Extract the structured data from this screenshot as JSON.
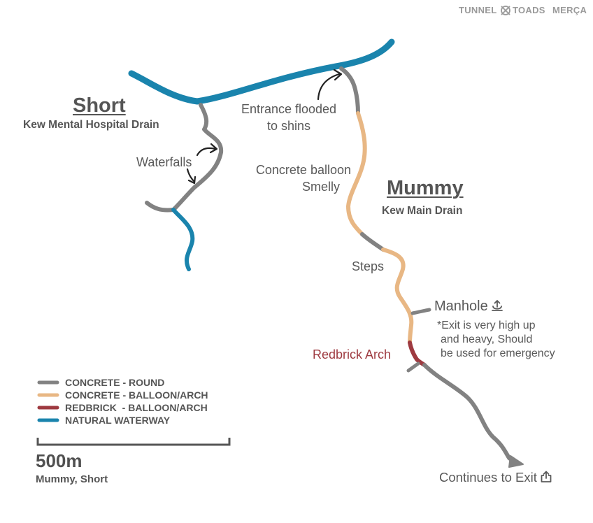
{
  "brand": {
    "text_left": "TUNNEL",
    "text_right": "TOADS",
    "text_far": "MERÇA",
    "logo_icon": "crossed-circle-icon"
  },
  "colors": {
    "concrete_round": "#828282",
    "concrete_balloon": "#e8b784",
    "redbrick_balloon": "#9e3a40",
    "natural_waterway": "#1a84ad",
    "arrow": "#222222"
  },
  "drains": {
    "short": {
      "title": "Short",
      "subtitle": "Kew Mental Hospital Drain"
    },
    "mummy": {
      "title": "Mummy",
      "subtitle": "Kew Main Drain"
    }
  },
  "annotations": {
    "waterfalls": "Waterfalls",
    "entrance_line1": "Entrance flooded",
    "entrance_line2": "to shins",
    "balloon_line1": "Concrete balloon",
    "balloon_line2": "Smelly",
    "steps": "Steps",
    "manhole": "Manhole",
    "manhole_icon": "exit-up-icon",
    "exit_note_line1": "*Exit is very high up",
    "exit_note_line2": "and heavy, Should",
    "exit_note_line3": "be used for emergency",
    "redbrick": "Redbrick Arch",
    "continues": "Continues to Exit",
    "continues_icon": "share-exit-icon"
  },
  "legend": [
    {
      "label": "CONCRETE - ROUND",
      "color_key": "concrete_round"
    },
    {
      "label": "CONCRETE - BALLOON/ARCH",
      "color_key": "concrete_balloon"
    },
    {
      "label": "REDBRICK  - BALLOON/ARCH",
      "color_key": "redbrick_balloon"
    },
    {
      "label": "NATURAL WATERWAY",
      "color_key": "natural_waterway"
    }
  ],
  "scale": {
    "distance": "500m",
    "applies_to": "Mummy, Short"
  }
}
